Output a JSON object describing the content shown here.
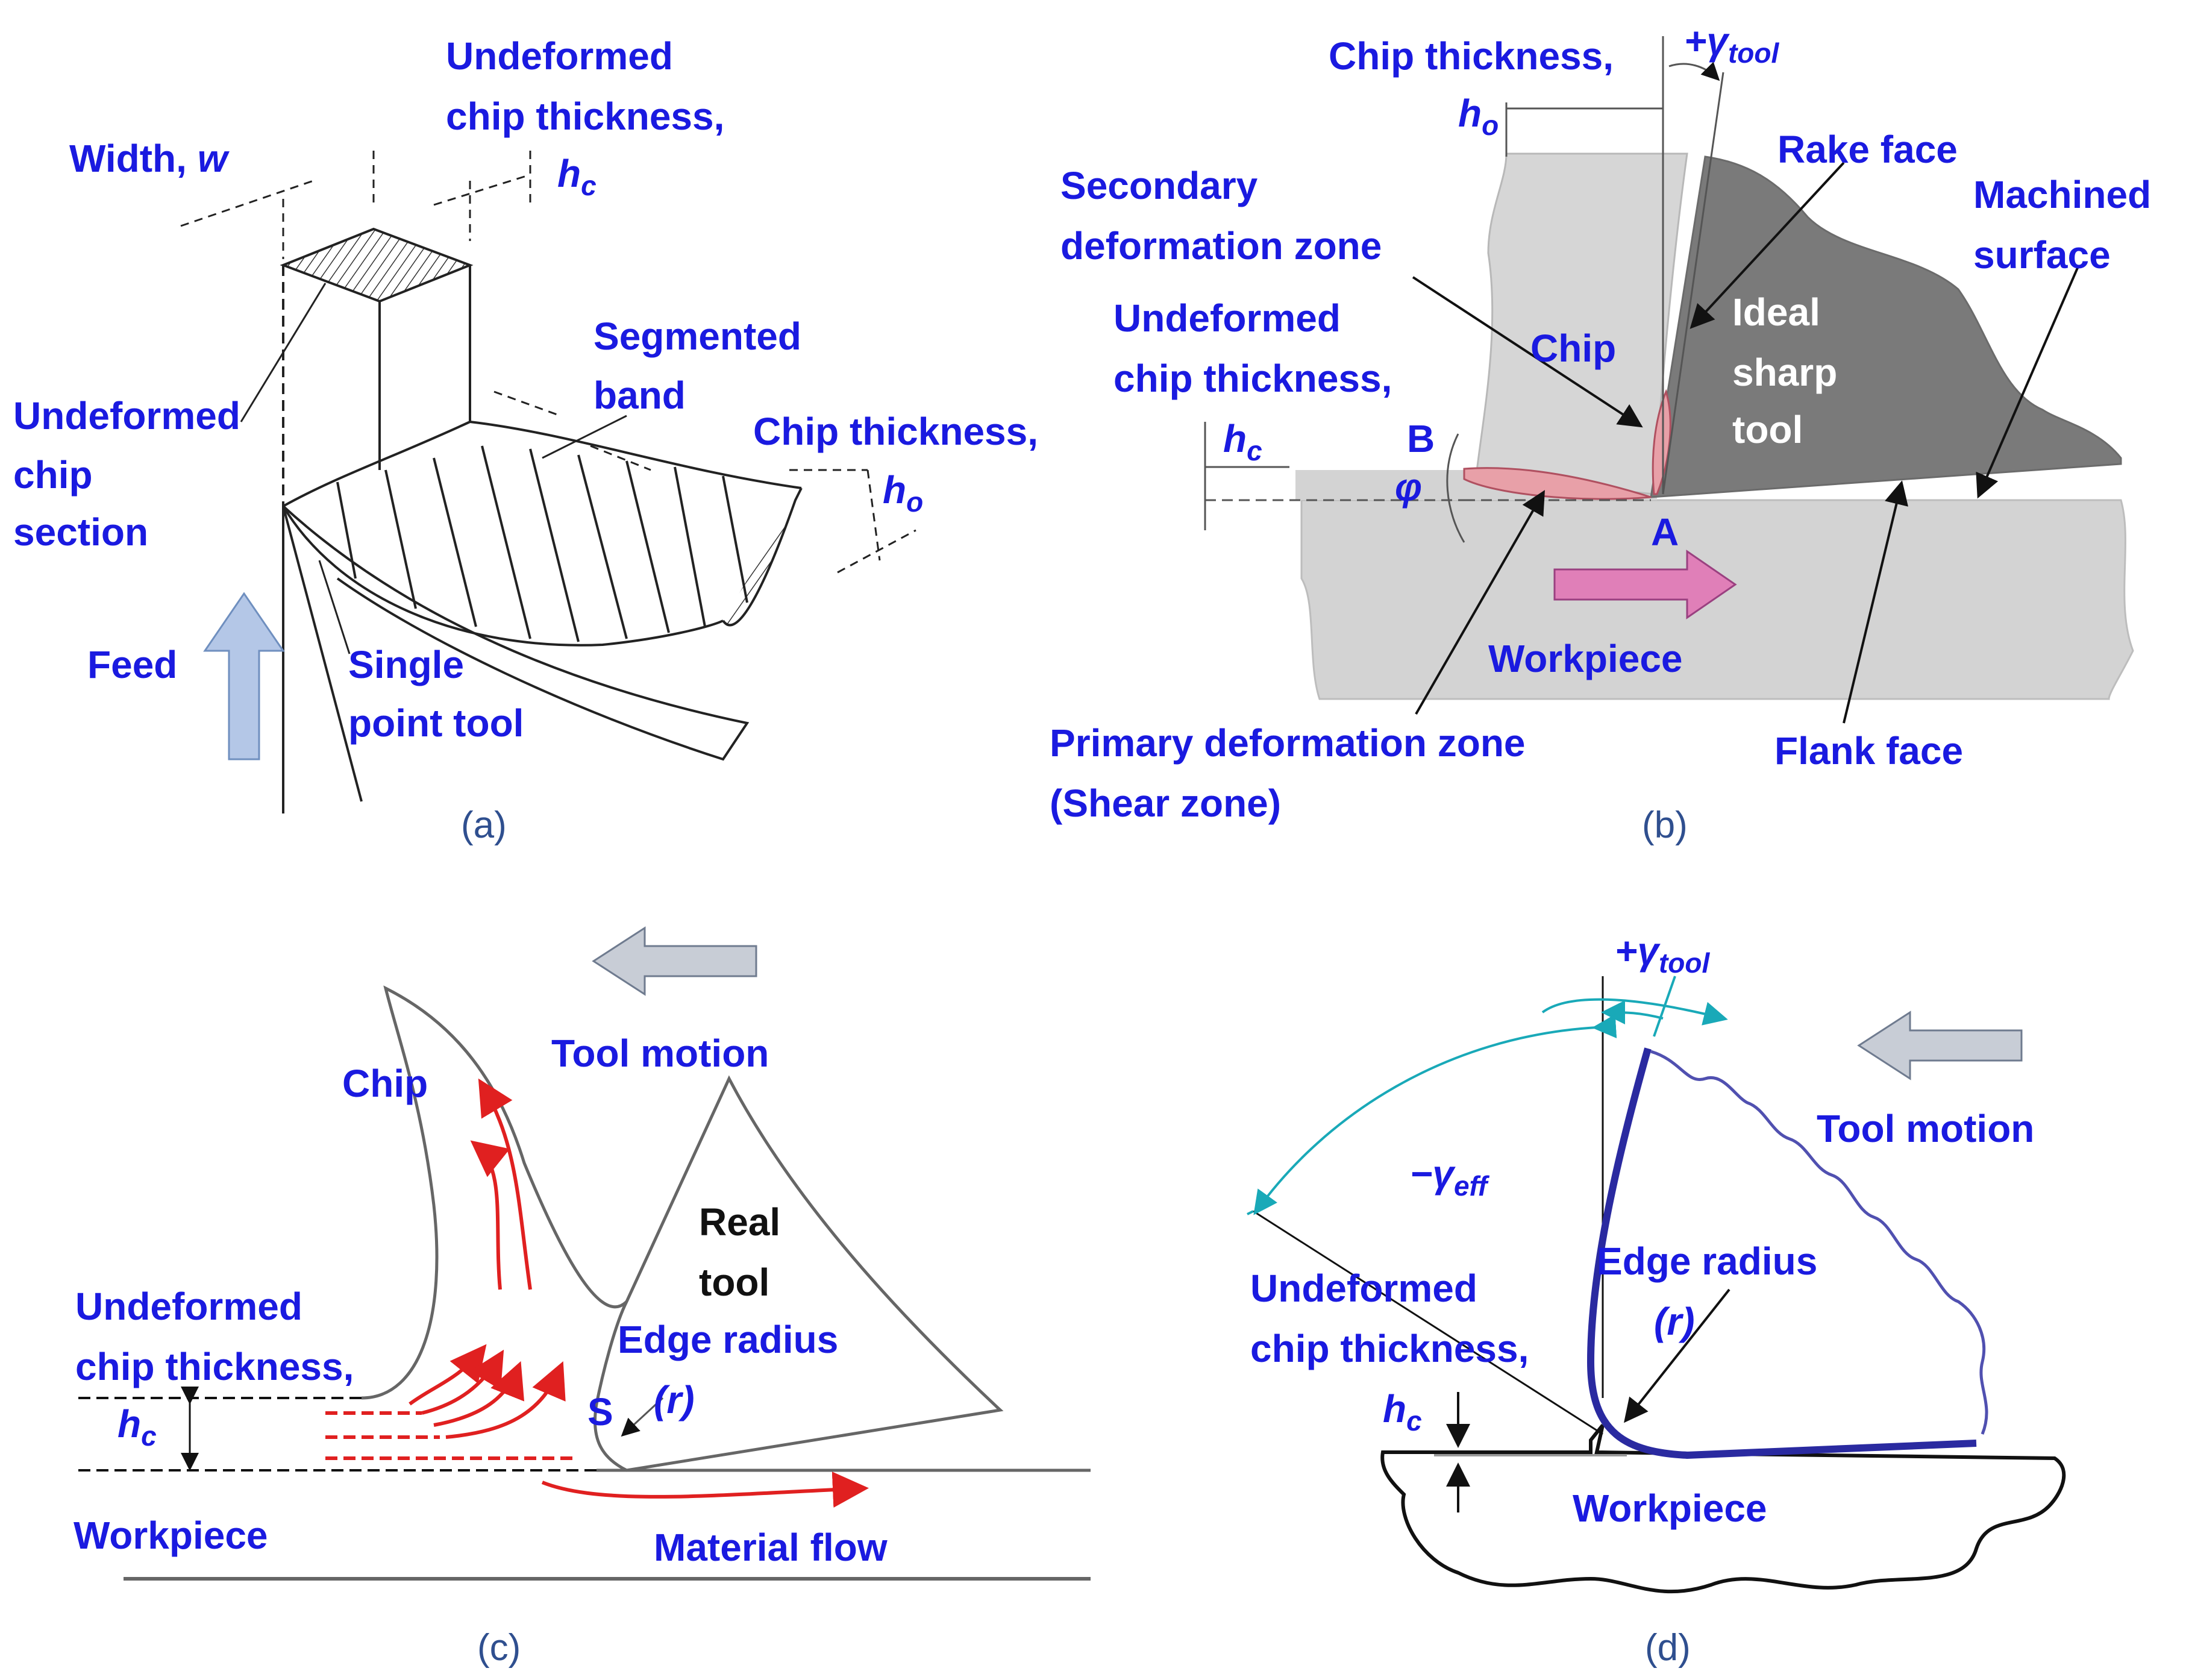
{
  "panel_a": {
    "caption": "(a)",
    "labels": {
      "width_text": "Width, ",
      "width_sym": "w",
      "undeformed_line1": "Undeformed",
      "undeformed_line2": "chip thickness,",
      "hc_h": "h",
      "hc_c": "c",
      "section_line1": "Undeformed",
      "section_line2": "chip",
      "section_line3": "section",
      "segmented_line1": "Segmented",
      "segmented_line2": "band",
      "chip_thickness": "Chip thickness,",
      "ho_h": "h",
      "ho_o": "o",
      "feed": "Feed",
      "tool_line1": "Single",
      "tool_line2": "point tool"
    }
  },
  "panel_b": {
    "caption": "(b)",
    "labels": {
      "chip_thickness": "Chip thickness,",
      "ho_h": "h",
      "ho_o": "o",
      "gamma_plus": "+γ",
      "gamma_sub": "tool",
      "rake_face": "Rake face",
      "machined_line1": "Machined",
      "machined_line2": "surface",
      "secondary_line1": "Secondary",
      "secondary_line2": "deformation  zone",
      "undeformed_line1": "Undeformed",
      "undeformed_line2": "chip thickness,",
      "chip": "Chip",
      "tool_line1": "Ideal",
      "tool_line2": "sharp",
      "tool_line3": "tool",
      "hc_h": "h",
      "hc_c": "c",
      "point_b": "B",
      "phi": "φ",
      "point_a": "A",
      "workpiece": "Workpiece",
      "primary_line1": "Primary  deformation  zone",
      "primary_line2": "(Shear zone)",
      "flank_face": "Flank face"
    },
    "colors": {
      "tool": "#7a7a7a",
      "chip": "#d6d6d6",
      "workpiece": "#d3d3d3",
      "zone": "#e8a0a8",
      "arrow": "#e07fb8"
    }
  },
  "panel_c": {
    "caption": "(c)",
    "labels": {
      "tool_motion": "Tool motion",
      "chip": "Chip",
      "tool_line1": "Real",
      "tool_line2": "tool",
      "edge_radius": "Edge radius",
      "r_text": "(r)",
      "undeformed_line1": "Undeformed",
      "undeformed_line2": "chip thickness,",
      "hc_h": "h",
      "hc_c": "c",
      "s_point": "S",
      "workpiece": "Workpiece",
      "material_flow": "Material flow"
    },
    "colors": {
      "flow": "#e02020",
      "motion_arrow": "#c8cdd6"
    }
  },
  "panel_d": {
    "caption": "(d)",
    "labels": {
      "gamma_plus": "+γ",
      "gamma_sub": "tool",
      "tool_motion": "Tool motion",
      "gamma_eff": "−γ",
      "gamma_eff_sub": "eff",
      "edge_radius": "Edge radius",
      "r_text": "(r)",
      "undeformed_line1": "Undeformed",
      "undeformed_line2": "chip thickness,",
      "hc_h": "h",
      "hc_c": "c",
      "workpiece": "Workpiece"
    },
    "colors": {
      "tool": "#2a2aa0",
      "angle": "#19a9b8"
    }
  }
}
